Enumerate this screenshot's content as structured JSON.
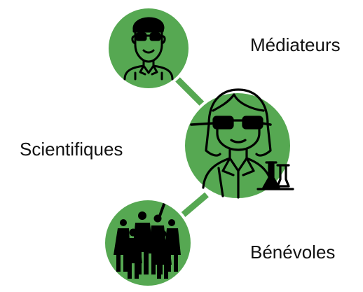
{
  "labels": {
    "top": "Médiateurs",
    "middle": "Scientifiques",
    "bottom": "Bénévoles"
  },
  "nodes": [
    {
      "id": "mediateurs",
      "icon": "man-with-glasses-icon"
    },
    {
      "id": "scientifiques",
      "icon": "woman-scientist-icon"
    },
    {
      "id": "benevoles",
      "icon": "volunteers-group-icon"
    }
  ],
  "colors": {
    "node_fill": "#56a852",
    "node_stroke": "#ffffff",
    "connector": "#56a852",
    "icon": "#000000"
  }
}
